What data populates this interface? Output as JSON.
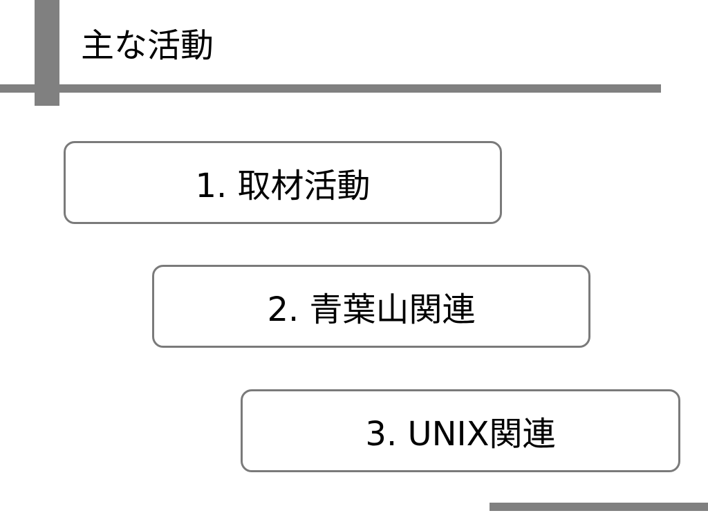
{
  "slide": {
    "title": "主な活動",
    "items": [
      {
        "label": "1. 取材活動"
      },
      {
        "label": "2. 青葉山関連"
      },
      {
        "label": "3. UNIX関連"
      }
    ]
  },
  "colors": {
    "accent": "#808080",
    "box_border": "#7a7a7a",
    "text": "#000000",
    "background": "#ffffff"
  }
}
